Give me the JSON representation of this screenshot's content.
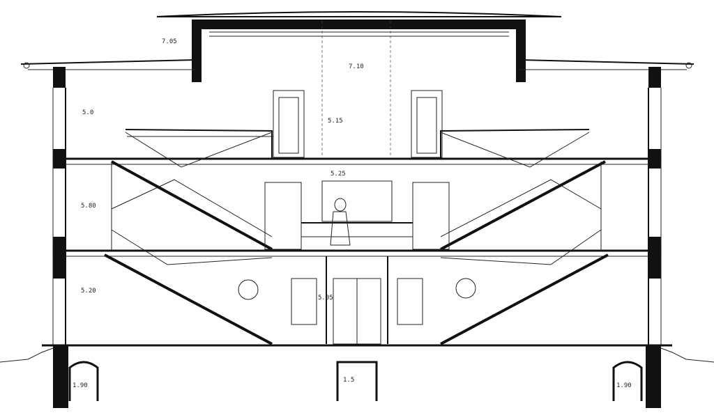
{
  "drawing": {
    "dimensions": {
      "roof_left": "7.05",
      "upper_center": "7.10",
      "upper_left": "5.0",
      "upper_mid": "5.15",
      "middle_left": "5.80",
      "middle_mid": "5.25",
      "lower_left": "5.20",
      "lower_mid": "5.05",
      "basement_left": "1.90",
      "basement_right": "1.90",
      "basement_center": "1.5"
    },
    "colors": {
      "ink": "#111111",
      "paper": "#ffffff"
    }
  }
}
